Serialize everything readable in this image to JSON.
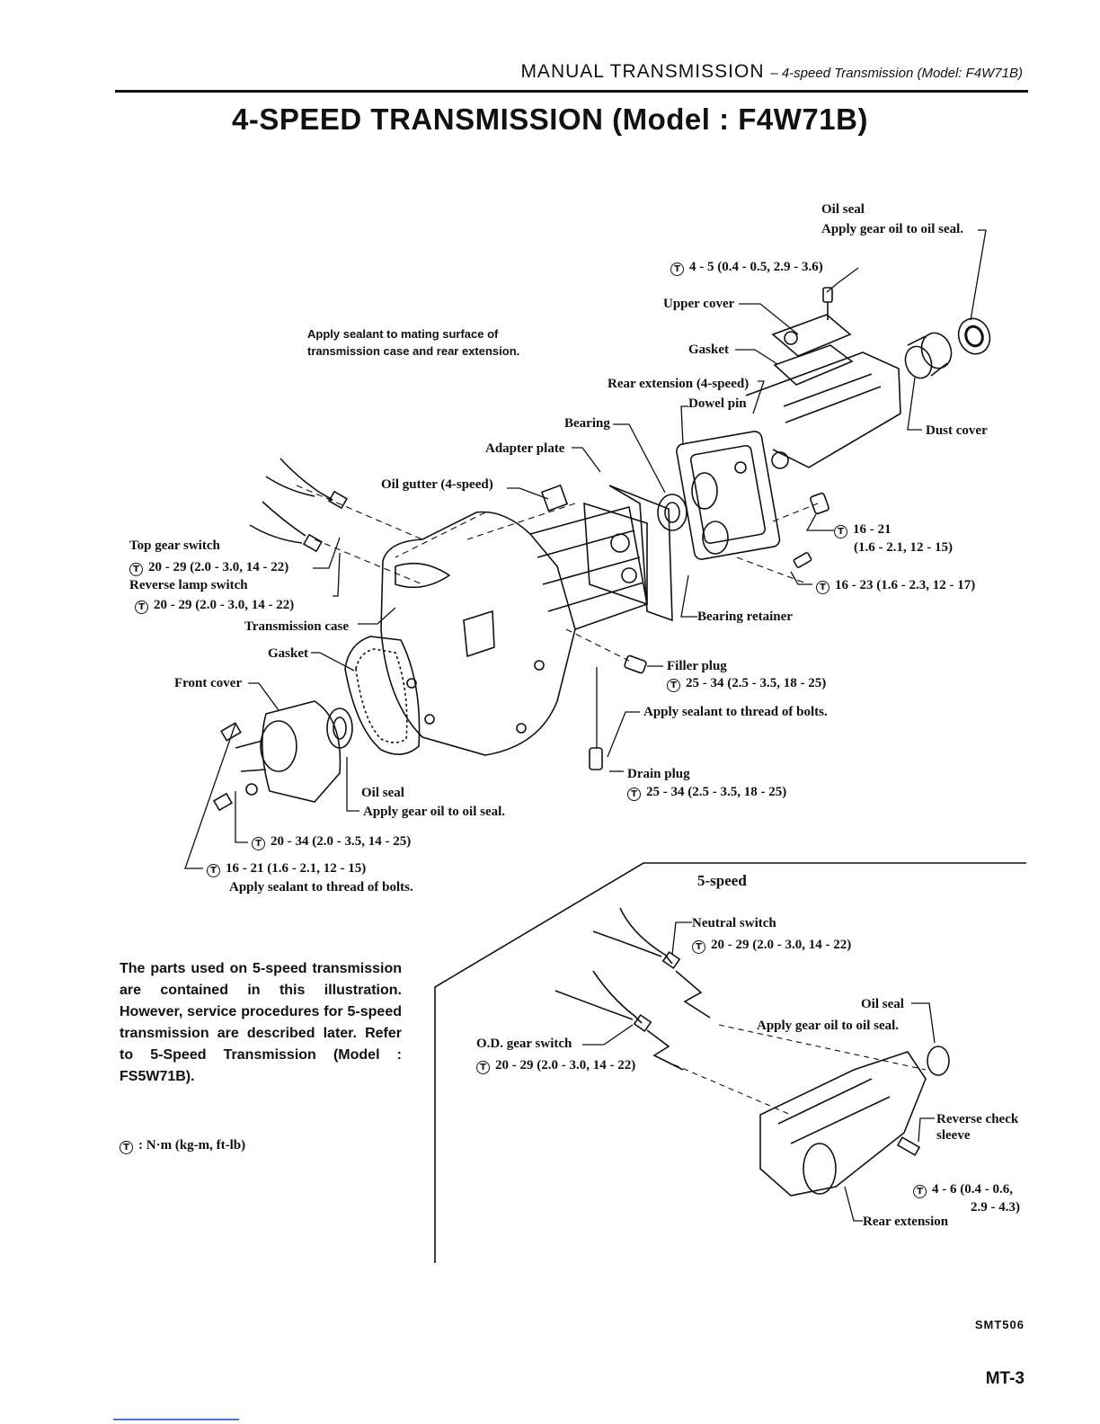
{
  "header": {
    "section": "MANUAL TRANSMISSION",
    "subsection": "– 4-speed Transmission (Model: F4W71B)"
  },
  "title": "4-SPEED TRANSMISSION (Model : F4W71B)",
  "torque_symbol": "T",
  "labels": {
    "oil_seal_rear_name": "Oil seal",
    "oil_seal_rear_note": "Apply gear oil to oil seal.",
    "upper_cover_torque": "4 - 5 (0.4 - 0.5, 2.9 - 3.6)",
    "upper_cover": "Upper cover",
    "sealant_note_1": "Apply sealant to mating surface of",
    "sealant_note_2": "transmission case and rear extension.",
    "gasket_upper": "Gasket",
    "rear_extension_4": "Rear extension (4-speed)",
    "dowel_pin": "Dowel pin",
    "bearing": "Bearing",
    "dust_cover": "Dust cover",
    "adapter_plate": "Adapter plate",
    "oil_gutter": "Oil gutter (4-speed)",
    "rear_bolt_torque_1": "16 - 21",
    "rear_bolt_torque_1b": "(1.6 - 2.1, 12 - 15)",
    "rear_bolt_torque_2": "16 - 23 (1.6 - 2.3, 12 - 17)",
    "top_gear_switch": "Top gear switch",
    "top_gear_torque": "20 - 29 (2.0 - 3.0, 14 - 22)",
    "reverse_lamp_switch": "Reverse lamp switch",
    "reverse_lamp_torque": "20 - 29 (2.0 - 3.0, 14 - 22)",
    "transmission_case": "Transmission case",
    "bearing_retainer": "Bearing retainer",
    "gasket_front": "Gasket",
    "front_cover": "Front cover",
    "filler_plug": "Filler plug",
    "filler_plug_torque": "25 - 34 (2.5 - 3.5, 18 - 25)",
    "thread_sealant": "Apply sealant to thread of bolts.",
    "drain_plug": "Drain plug",
    "drain_plug_torque": "25 - 34 (2.5 - 3.5, 18 - 25)",
    "oil_seal_front_name": "Oil seal",
    "oil_seal_front_note": "Apply gear oil to oil seal.",
    "front_torque_1": "20 - 34 (2.0 - 3.5, 14 - 25)",
    "front_torque_2": "16 - 21 (1.6 - 2.1, 12 - 15)",
    "front_thread_sealant": "Apply sealant to thread of bolts."
  },
  "inset": {
    "title": "5-speed",
    "neutral_switch": "Neutral switch",
    "neutral_torque": "20 - 29 (2.0 - 3.0, 14 - 22)",
    "oil_seal": "Oil seal",
    "oil_seal_note": "Apply gear oil to oil seal.",
    "od_gear_switch": "O.D. gear switch",
    "od_torque": "20 - 29 (2.0 - 3.0, 14 - 22)",
    "reverse_check_1": "Reverse check",
    "reverse_check_2": "sleeve",
    "reverse_torque_1": "4 - 6 (0.4 - 0.6,",
    "reverse_torque_2": "2.9 - 4.3)",
    "rear_extension": "Rear extension"
  },
  "note": "The parts used on 5-speed transmission are contained in this illustration. However, service procedures for 5-speed transmission are described later. Refer to 5-Speed Transmission (Model : FS5W71B).",
  "legend": ": N·m (kg-m, ft-lb)",
  "figure_code": "SMT506",
  "page_number": "MT-3"
}
